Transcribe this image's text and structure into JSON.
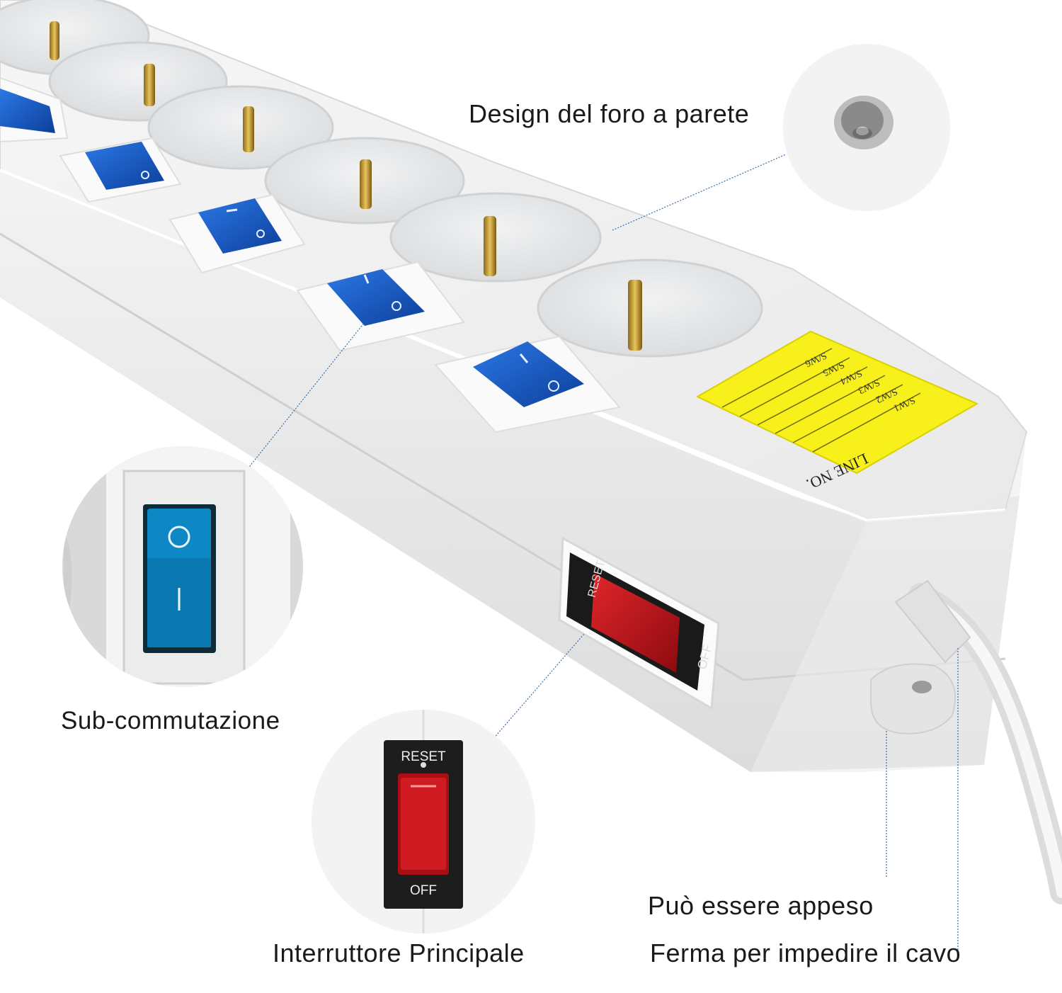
{
  "captions": {
    "wall_hole": "Design del foro a parete",
    "sub_switch": "Sub-commutazione",
    "hangable": "Può essere appeso",
    "main_switch": "Interruttore Principale",
    "cable_stop": "Ferma per impedire il cavo"
  },
  "product_labels": {
    "line_no": "LINE NO.",
    "switch_rows": [
      "S/W1",
      "S/W2",
      "S/W3",
      "S/W4",
      "S/W5",
      "S/W6"
    ],
    "reset": "RESET",
    "off": "OFF"
  },
  "rocker_symbols": {
    "on": "I",
    "off": "O"
  },
  "colors": {
    "strip_body": "#f2f2f2",
    "socket": "#e6e8ea",
    "sub_switch": "#1659c9",
    "main_switch": "#c8141b",
    "label_sticker": "#f7f01a",
    "leader_line": "#3a6ea5"
  }
}
